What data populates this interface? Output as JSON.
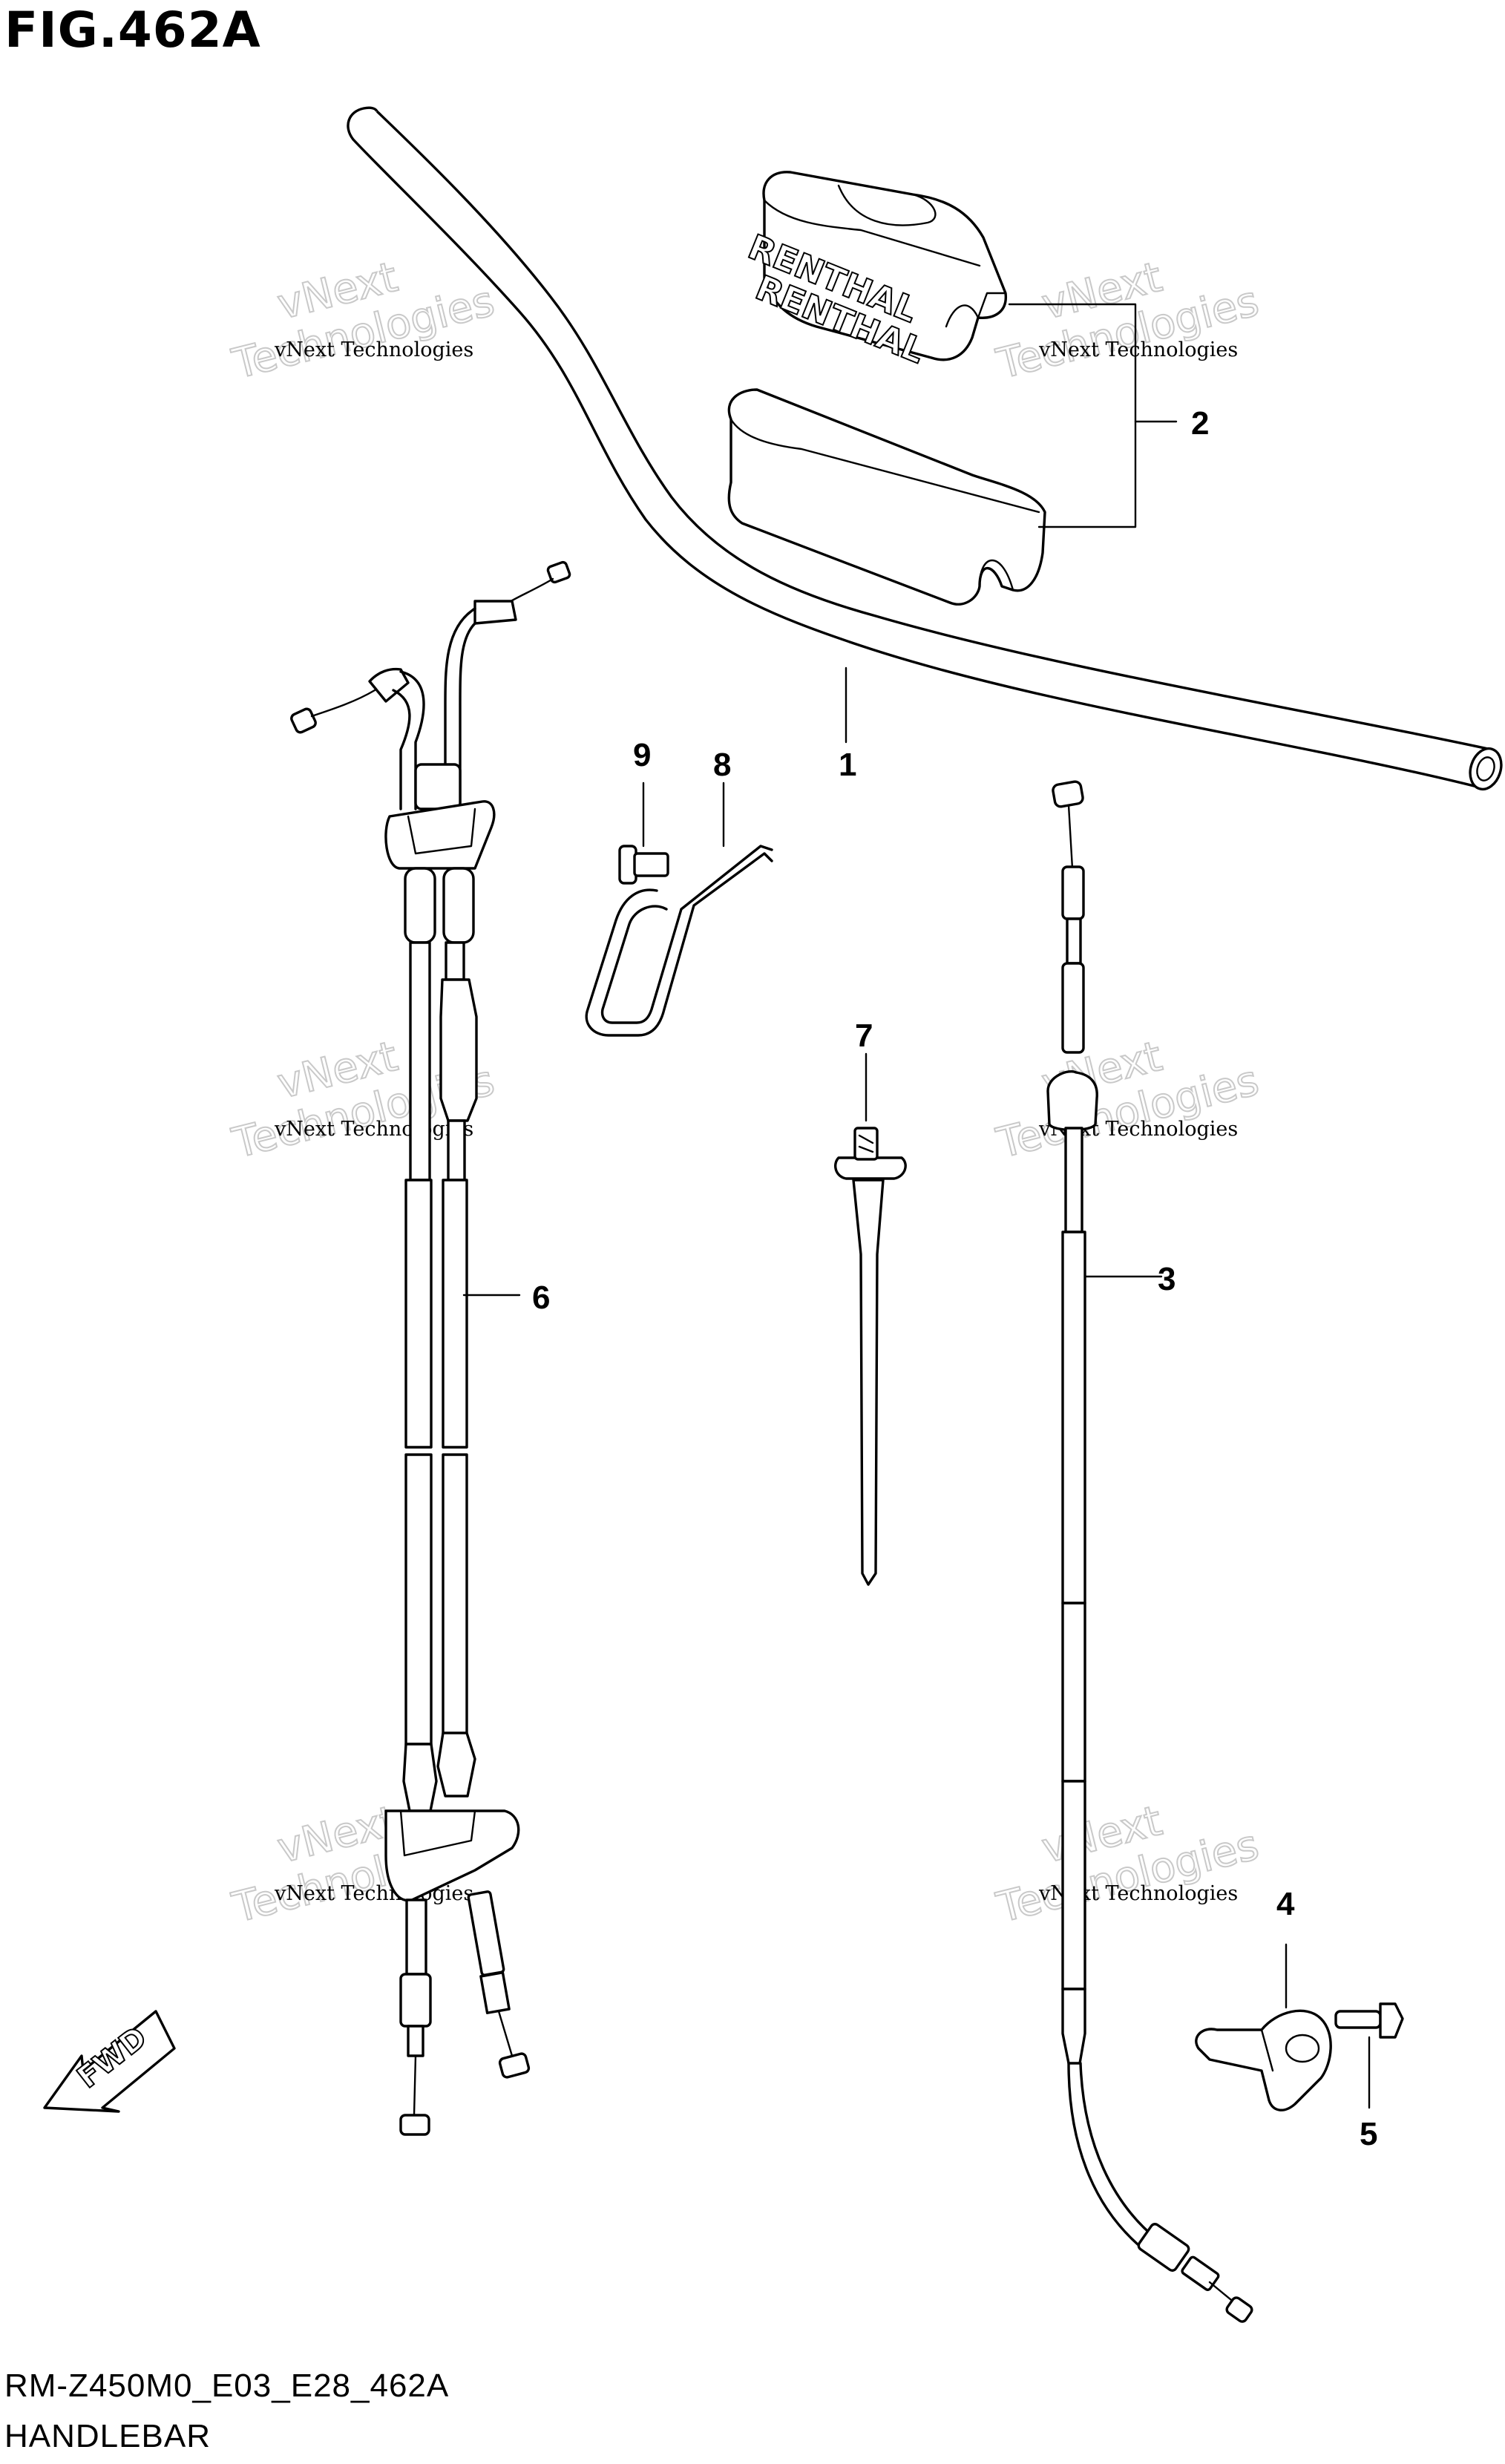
{
  "figure": {
    "title": "FIG.462A",
    "code": "RM-Z450M0_E03_E28_462A",
    "name": "HANDLEBAR"
  },
  "callouts": [
    "1",
    "2",
    "3",
    "4",
    "5",
    "6",
    "7",
    "8",
    "9"
  ],
  "watermark": {
    "line1": "vNext Technologies",
    "line2": "vNext",
    "line3": "Technologies"
  },
  "brand_text": "RENTHAL",
  "fwd_label": "FWD",
  "colors": {
    "line": "#000000",
    "background": "#ffffff",
    "watermark": "#c9c9c9"
  }
}
